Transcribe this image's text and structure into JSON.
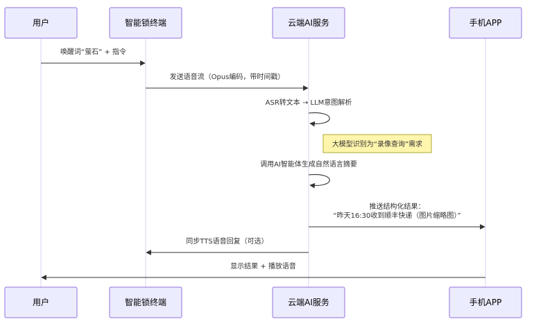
{
  "participants": [
    {
      "id": "user",
      "label": "用户"
    },
    {
      "id": "lock",
      "label": "智能锁终端"
    },
    {
      "id": "cloud",
      "label": "云端AI服务"
    },
    {
      "id": "app",
      "label": "手机APP"
    }
  ],
  "messages": [
    {
      "from": "user",
      "to": "lock",
      "lines": [
        "唤醒词“萤石” + 指令"
      ]
    },
    {
      "from": "lock",
      "to": "cloud",
      "lines": [
        "发送语音流（Opus编码，带时间戳）"
      ]
    },
    {
      "from": "cloud",
      "to": "cloud",
      "lines": [
        "ASR转文本 → LLM意图解析"
      ]
    },
    {
      "note": true,
      "over": "cloud",
      "text": "大模型识别为“录像查询”需求"
    },
    {
      "from": "cloud",
      "to": "cloud",
      "lines": [
        "调用AI智能体生成自然语言摘要"
      ]
    },
    {
      "from": "cloud",
      "to": "app",
      "lines": [
        "推送结构化结果：",
        "“昨天16:30收到顺丰快递（图片缩略图）”"
      ]
    },
    {
      "from": "cloud",
      "to": "lock",
      "lines": [
        "同步TTS语音回复（可选）"
      ]
    },
    {
      "from": "app",
      "to": "user",
      "lines": [
        "显示结果 + 播放语音"
      ]
    }
  ],
  "colors": {
    "actor_fill": "#ECECFF",
    "actor_border": "#9370DB",
    "line": "#333333",
    "note_fill": "#FFF5AD",
    "note_border": "#AAAA33"
  }
}
